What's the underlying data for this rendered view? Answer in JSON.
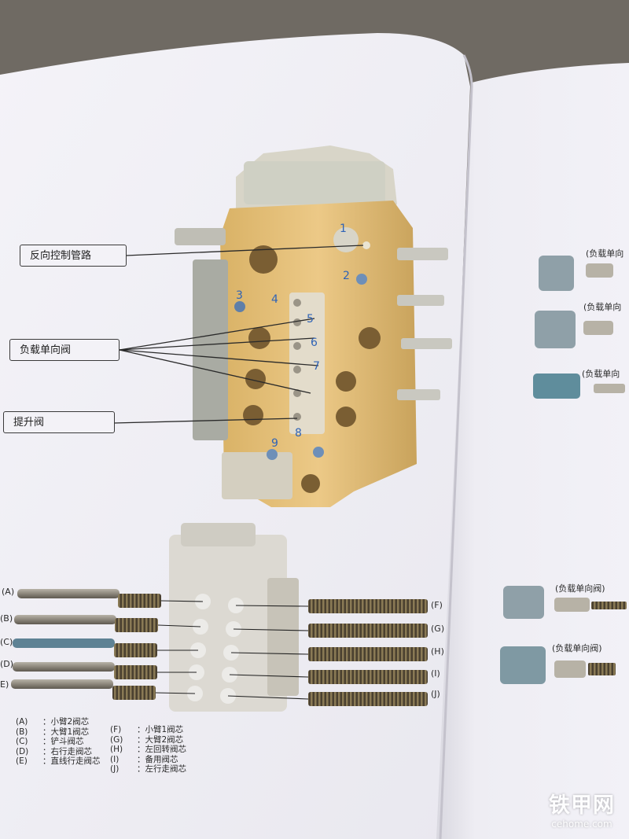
{
  "callouts": [
    {
      "id": "reverse-control-line",
      "text": "反向控制管路"
    },
    {
      "id": "load-check-valve",
      "text": "负载单向阀"
    },
    {
      "id": "lift-valve",
      "text": "提升阀"
    }
  ],
  "spool_letters_left": [
    "(A)",
    "(B)",
    "(C)",
    "(D)",
    "E)"
  ],
  "spool_letters_right": [
    "(F)",
    "(G)",
    "(H)",
    "(I)",
    "(J)"
  ],
  "legend_left": [
    {
      "key": "(A)",
      "sep": "：",
      "value": "小臂2阀芯"
    },
    {
      "key": "(B)",
      "sep": "：",
      "value": "大臂1阀芯"
    },
    {
      "key": "(C)",
      "sep": "：",
      "value": "铲斗阀芯"
    },
    {
      "key": "(D)",
      "sep": "：",
      "value": "右行走阀芯"
    },
    {
      "key": "(E)",
      "sep": "：",
      "value": "直线行走阀芯"
    }
  ],
  "legend_right": [
    {
      "key": "(F)",
      "sep": "：",
      "value": "小臂1阀芯"
    },
    {
      "key": "(G)",
      "sep": "：",
      "value": "大臂2阀芯"
    },
    {
      "key": "(H)",
      "sep": "：",
      "value": "左回转阀芯"
    },
    {
      "key": "(I)",
      "sep": "：",
      "value": "备用阀芯"
    },
    {
      "key": "(J)",
      "sep": "：",
      "value": "左行走阀芯"
    }
  ],
  "right_page_labels": [
    "(负载单向",
    "(负载单向",
    "(负载单向",
    "(负载单向阀)",
    "(负载单向阀)"
  ],
  "handwritten_numbers": [
    "1",
    "2",
    "3",
    "4",
    "5",
    "6",
    "7",
    "8",
    "9"
  ],
  "watermark": {
    "main": "铁甲网",
    "sub": "cehome.com"
  },
  "colors": {
    "paper": "#f1f0f6",
    "valve_body": "#e7c27a",
    "callout_border": "#3a3a3a",
    "background": "#6f6a63"
  }
}
